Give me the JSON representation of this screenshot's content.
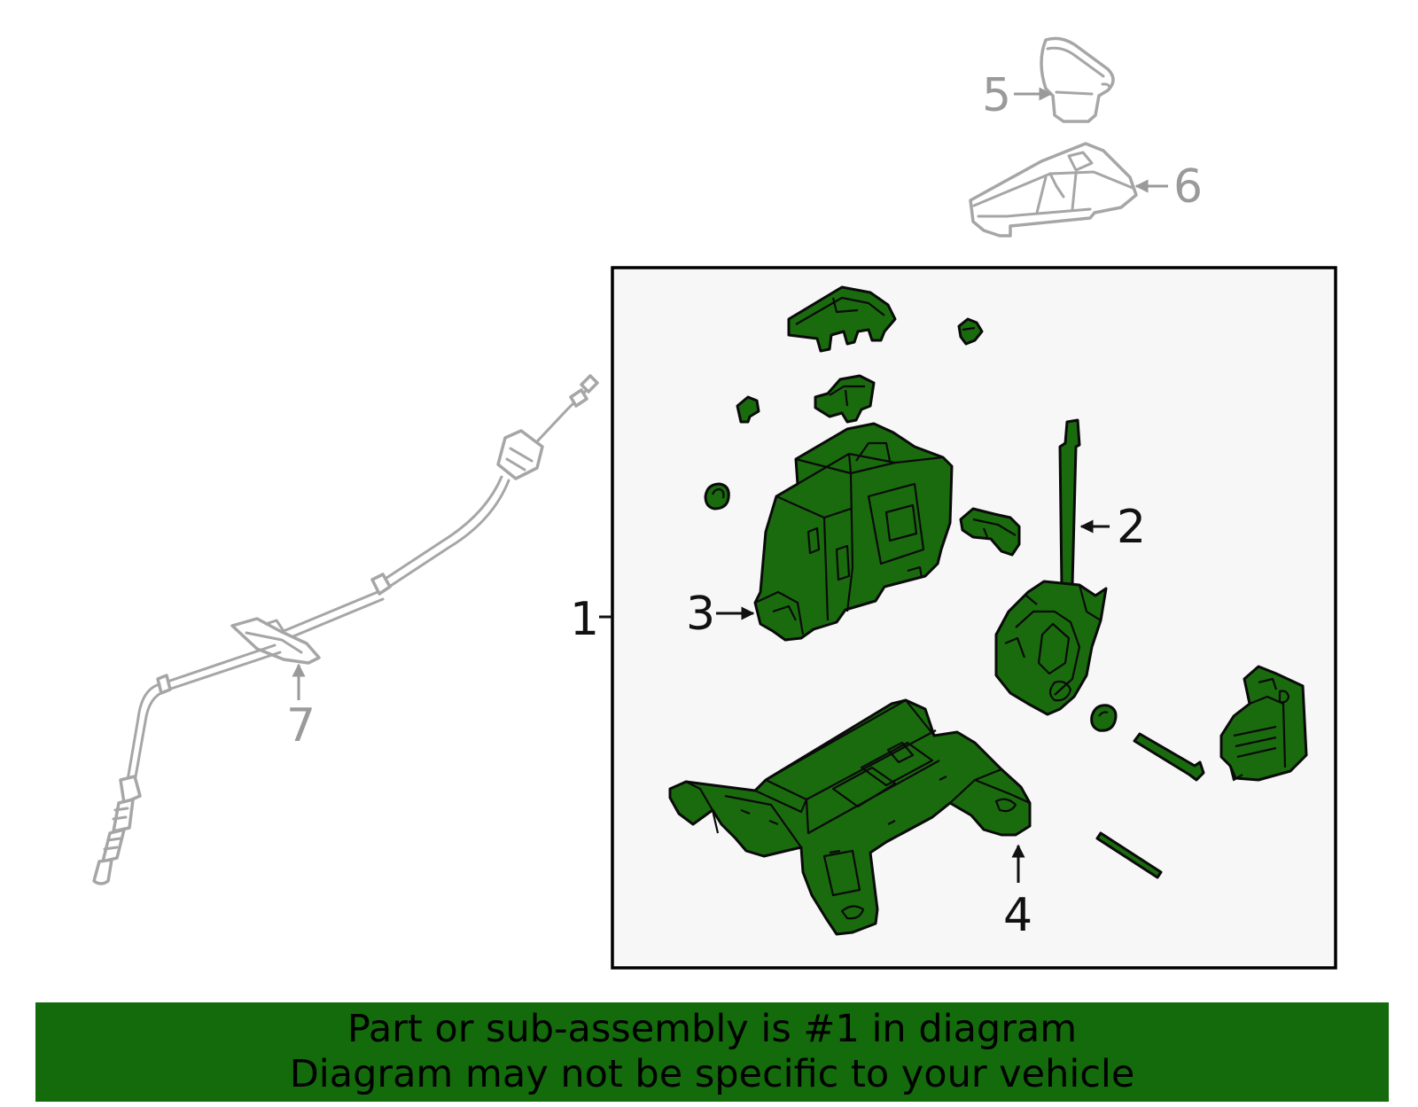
{
  "callouts": {
    "c1": "1",
    "c2": "2",
    "c3": "3",
    "c4": "4",
    "c5": "5",
    "c6": "6",
    "c7": "7"
  },
  "banner": {
    "line1": "Part or sub-assembly is #1 in diagram",
    "line2": "Diagram may not be specific to your vehicle"
  },
  "colors": {
    "highlight_green": "#1a6b0e",
    "banner_green": "#136b0b",
    "gray_parts": "#a6a6a6",
    "box_background": "#f7f7f7"
  }
}
